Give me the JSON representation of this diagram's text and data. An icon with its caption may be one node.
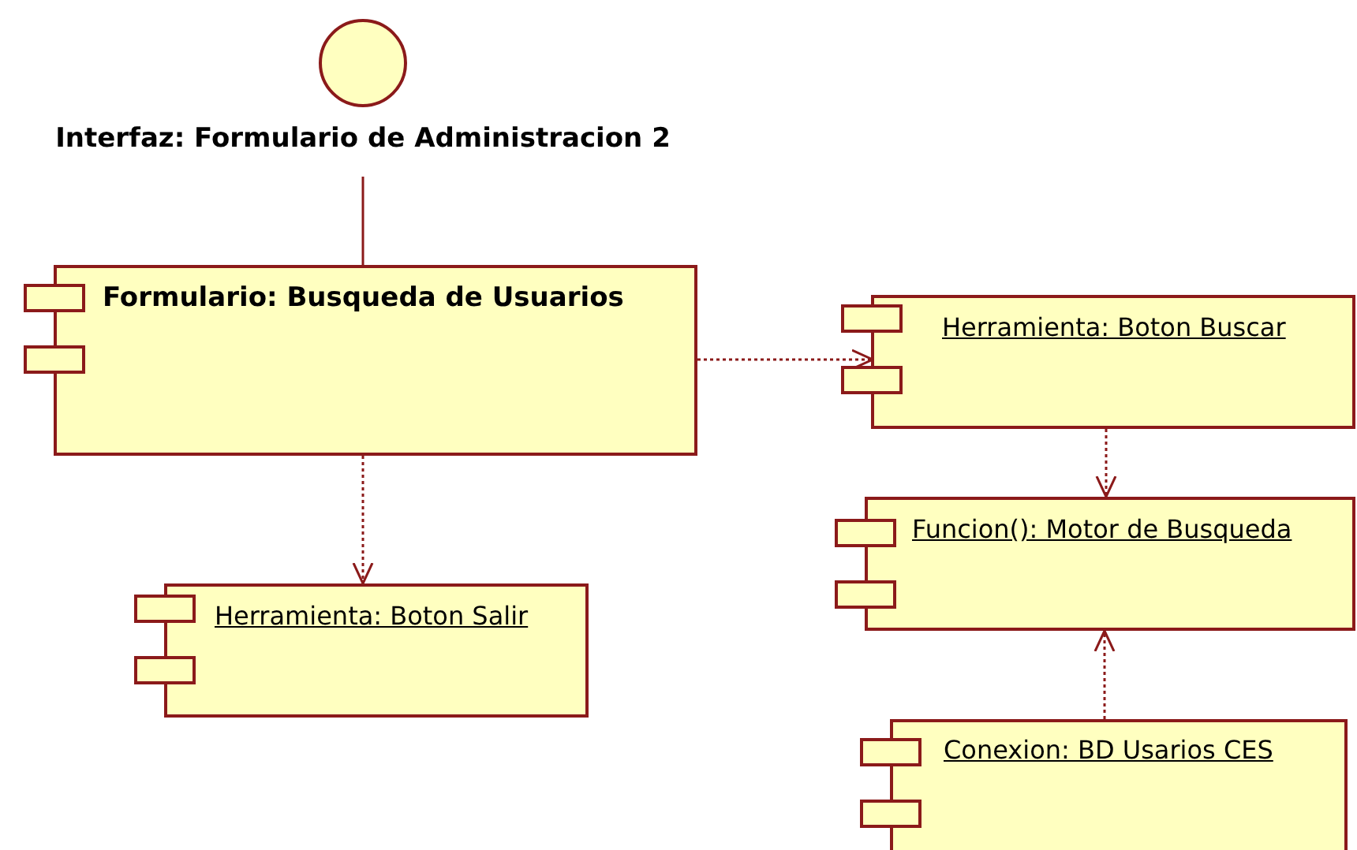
{
  "diagram": {
    "nodes": [
      {
        "text": [
          "Interfaz: Formulario de Administracion 2"
        ]
      },
      {
        "text": [
          "Formulario: Busqueda de Usuarios"
        ]
      },
      {
        "text": [
          "Herramienta: Boton Buscar"
        ]
      },
      {
        "text": [
          "Funcion(): Motor de Busqueda"
        ]
      },
      {
        "text": [
          "Herramienta: Boton Salir"
        ]
      },
      {
        "text": [
          "Conexion: BD Usarios CES"
        ]
      }
    ],
    "edges": [
      {
        "from": 0,
        "to": 1,
        "arrow": "none"
      },
      {
        "from": 1,
        "to": 2,
        "arrow": "to",
        "style": "dashed"
      },
      {
        "from": 1,
        "to": 4,
        "arrow": "to",
        "style": "dashed"
      },
      {
        "from": 2,
        "to": 3,
        "arrow": "to",
        "style": "dashed"
      },
      {
        "from": 5,
        "to": 3,
        "arrow": "to",
        "style": "dashed"
      }
    ]
  }
}
